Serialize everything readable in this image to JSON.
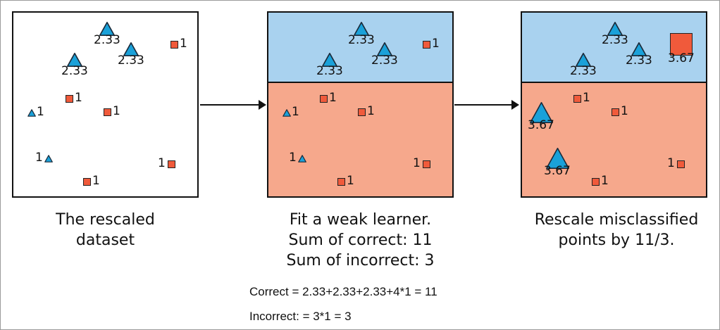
{
  "panels": [
    {
      "points": [
        {
          "shape": "triangle",
          "label": "2.33"
        },
        {
          "shape": "triangle",
          "label": "2.33"
        },
        {
          "shape": "triangle",
          "label": "2.33"
        },
        {
          "shape": "square",
          "label": "1"
        },
        {
          "shape": "square",
          "label": "1"
        },
        {
          "shape": "triangle",
          "label": "1"
        },
        {
          "shape": "square",
          "label": "1"
        },
        {
          "shape": "triangle",
          "label": "1"
        },
        {
          "shape": "square",
          "label": "1"
        },
        {
          "shape": "square",
          "label": "1"
        }
      ]
    },
    {
      "points": [
        {
          "shape": "triangle",
          "label": "2.33"
        },
        {
          "shape": "triangle",
          "label": "2.33"
        },
        {
          "shape": "triangle",
          "label": "2.33"
        },
        {
          "shape": "square",
          "label": "1"
        },
        {
          "shape": "square",
          "label": "1"
        },
        {
          "shape": "triangle",
          "label": "1"
        },
        {
          "shape": "square",
          "label": "1"
        },
        {
          "shape": "triangle",
          "label": "1"
        },
        {
          "shape": "square",
          "label": "1"
        },
        {
          "shape": "square",
          "label": "1"
        }
      ]
    },
    {
      "points": [
        {
          "shape": "triangle",
          "label": "2.33"
        },
        {
          "shape": "triangle",
          "label": "2.33"
        },
        {
          "shape": "triangle",
          "label": "2.33"
        },
        {
          "shape": "square",
          "label": "3.67"
        },
        {
          "shape": "square",
          "label": "1"
        },
        {
          "shape": "triangle",
          "label": "3.67"
        },
        {
          "shape": "square",
          "label": "1"
        },
        {
          "shape": "triangle",
          "label": "3.67"
        },
        {
          "shape": "square",
          "label": "1"
        },
        {
          "shape": "square",
          "label": "1"
        }
      ]
    }
  ],
  "captions": {
    "panel1": [
      "The rescaled",
      "dataset"
    ],
    "panel2": [
      "Fit a weak learner.",
      "Sum of correct: 11",
      "Sum of incorrect: 3"
    ],
    "panel3": [
      "Rescale misclassified",
      "points by 11/3."
    ]
  },
  "calculations": {
    "correct": "Correct = 2.33+2.33+2.33+4*1 = 11",
    "incorrect": "Incorrect: = 3*1 = 3"
  },
  "colors": {
    "triangle": "#1aa1d9",
    "square": "#f05a3b",
    "blue_region": "#a9d2ef",
    "red_region": "#f6a88c"
  }
}
